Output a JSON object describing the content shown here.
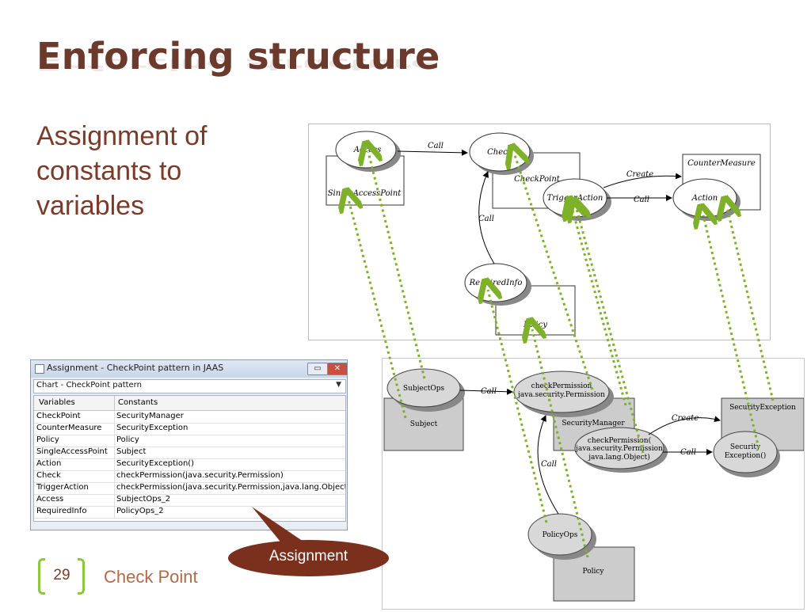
{
  "slide": {
    "title": "Enforcing structure",
    "subtitle": "Assignment of constants to variables",
    "page_number": "29",
    "footer": "Check Point",
    "callout": "Assignment",
    "accent_color": "#8dc63f",
    "title_color": "#6b3a2c",
    "callout_color": "#7b2f1d"
  },
  "pattern_diagram": {
    "nodes": {
      "access": "Access",
      "check": "Check",
      "counter_measure": "CounterMeasure",
      "single_access_point": "SingleAccessPoint",
      "check_point": "CheckPoint",
      "trigger_action": "TriggerAction",
      "action": "Action",
      "required_info": "RequiredInfo",
      "policy": "Policy"
    },
    "edges": {
      "access_check": "Call",
      "trigger_counter": "Create",
      "trigger_action": "Call",
      "required_check": "Call"
    }
  },
  "instance_diagram": {
    "nodes": {
      "subject_ops": "SubjectOps",
      "subject": "Subject",
      "check_permission_line1": "checkPermission",
      "check_permission_line2": "java.security.Permission",
      "security_manager": "SecurityManager",
      "check_permission2_line1": "checkPermission(",
      "check_permission2_line2": "java.security.Permission",
      "check_permission2_line3": "java.lang.Object)",
      "security_exception": "SecurityException",
      "security_exception_ctor_line1": "Security",
      "security_exception_ctor_line2": "Exception()",
      "policy_ops": "PolicyOps",
      "policy": "Policy"
    },
    "edges": {
      "subject_check": "Call",
      "create": "Create",
      "call": "Call",
      "policy_call": "Call"
    }
  },
  "assignment_window": {
    "title": "Assignment - CheckPoint pattern in JAAS",
    "minimize": "▭",
    "close": "✕",
    "chart_select": "Chart - CheckPoint pattern",
    "columns": [
      "Variables",
      "Constants"
    ],
    "rows": [
      [
        "CheckPoint",
        "SecurityManager"
      ],
      [
        "CounterMeasure",
        "SecurityException"
      ],
      [
        "Policy",
        "Policy"
      ],
      [
        "SingleAccessPoint",
        "Subject"
      ],
      [
        "Action",
        "SecurityException()"
      ],
      [
        "Check",
        "checkPermission(java.security.Permission)"
      ],
      [
        "TriggerAction",
        "checkPermission(java.security.Permission,java.lang.Object)"
      ],
      [
        "Access",
        "SubjectOps_2"
      ],
      [
        "RequiredInfo",
        "PolicyOps_2"
      ]
    ]
  }
}
